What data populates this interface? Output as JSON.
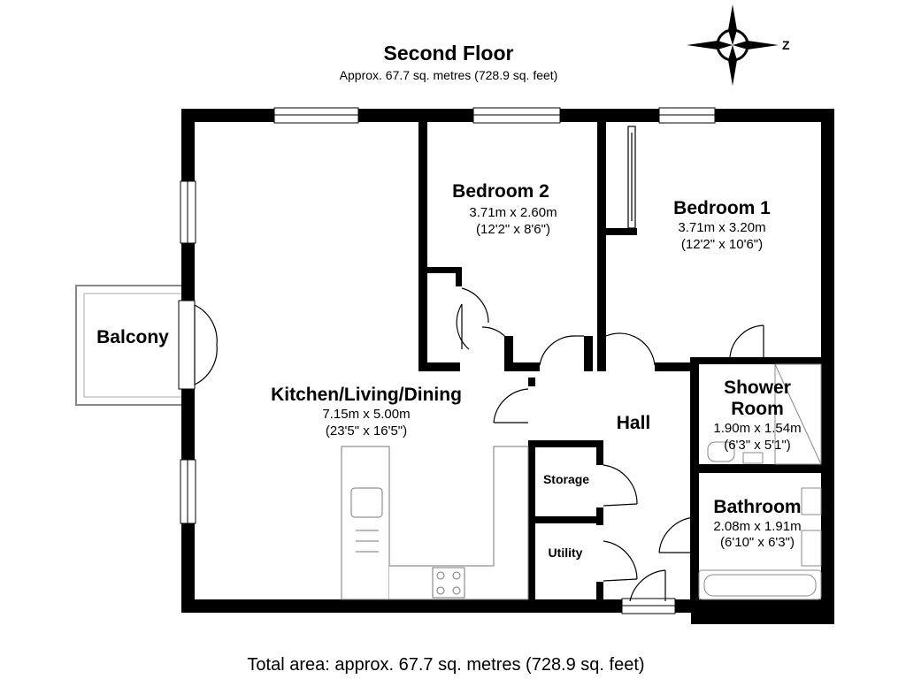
{
  "header": {
    "title": "Second Floor",
    "subtitle": "Approx. 67.7 sq. metres (728.9 sq. feet)"
  },
  "compass": {
    "label": "Z"
  },
  "rooms": {
    "kitchen": {
      "name": "Kitchen/Living/Dining",
      "metric": "7.15m x 5.00m",
      "imperial": "(23'5\" x 16'5\")"
    },
    "bedroom2": {
      "name": "Bedroom 2",
      "metric": "3.71m x 2.60m",
      "imperial": "(12'2\" x 8'6\")"
    },
    "bedroom1": {
      "name": "Bedroom 1",
      "metric": "3.71m x 3.20m",
      "imperial": "(12'2\" x 10'6\")"
    },
    "shower": {
      "name_line1": "Shower",
      "name_line2": "Room",
      "metric": "1.90m x 1.54m",
      "imperial": "(6'3\" x 5'1\")"
    },
    "bathroom": {
      "name": "Bathroom",
      "metric": "2.08m x 1.91m",
      "imperial": "(6'10\" x 6'3\")"
    },
    "hall": {
      "name": "Hall"
    },
    "storage": {
      "name": "Storage"
    },
    "utility": {
      "name": "Utility"
    },
    "balcony": {
      "name": "Balcony"
    }
  },
  "footer": {
    "total": "Total area: approx. 67.7 sq. metres (728.9 sq. feet)"
  }
}
